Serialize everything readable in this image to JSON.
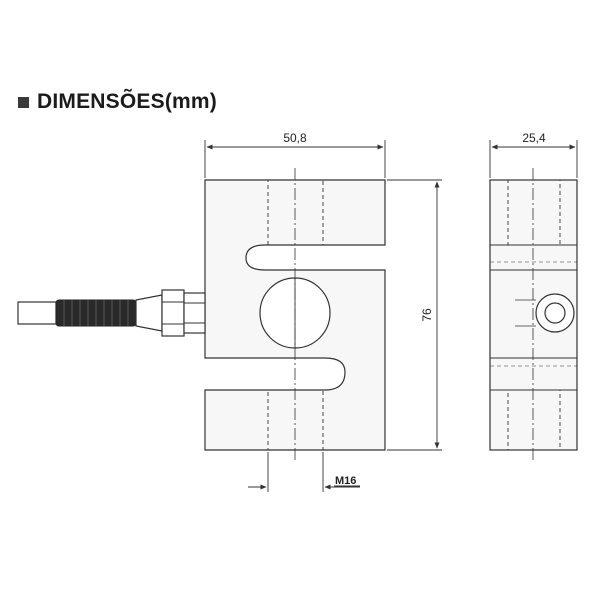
{
  "header": {
    "title": "DIMENSÕES(mm)"
  },
  "dimensions": {
    "width_label": "50,8",
    "height_label": "76",
    "depth_label": "25,4",
    "thread_label": "M16"
  },
  "colors": {
    "line": "#333333",
    "body_fill": "#f7f7f7",
    "cable": "#2a2a2a"
  }
}
